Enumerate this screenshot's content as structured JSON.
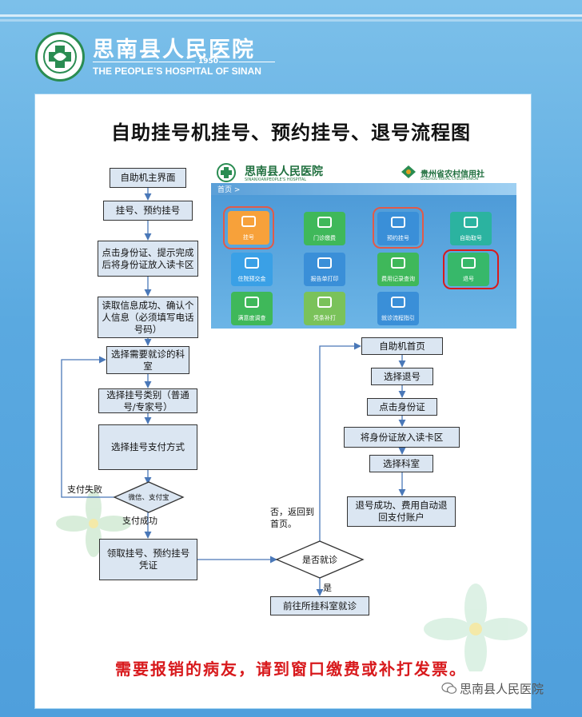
{
  "header": {
    "hospital_name": "思南县人民医院",
    "year": "1950",
    "hospital_name_en": "THE PEOPLE’S HOSPITAL OF SINAN"
  },
  "title": "自助挂号机挂号、预约挂号、退号流程图",
  "flow_left": {
    "step1": "自助机主界面",
    "step2": "挂号、预约挂号",
    "step3": "点击身份证、提示完成后将身份证放入读卡区",
    "step4": "读取信息成功、确认个人信息（必须填写电话号码）",
    "step5": "选择需要就诊的科室",
    "step6": "选择挂号类别（普通号/专家号）",
    "step7": "选择挂号支付方式",
    "decision": "微信、支付宝",
    "fail_label": "支付失败",
    "success_label": "支付成功",
    "step8": "领取挂号、预约挂号凭证"
  },
  "flow_right": {
    "step1": "自助机首页",
    "step2": "选择退号",
    "step3": "点击身份证",
    "step4": "将身份证放入读卡区",
    "step5": "选择科室",
    "step6": "退号成功、费用自动退回支付账户"
  },
  "flow_bottom": {
    "decision": "是否就诊",
    "no_label": "否，返回到首页。",
    "yes_label": "是",
    "final": "前往所挂科室就诊"
  },
  "kiosk": {
    "brand_left": "思南县人民医院",
    "brand_left_en": "SINANXIANPEOPLE'S HOSPITAL",
    "brand_right": "贵州省农村信用社",
    "brand_right_en": "GUIZHOU RURAL CREDIT UNION",
    "breadcrumb": "首页 >",
    "tiles": [
      {
        "label": "挂号",
        "color": "#f7a13a"
      },
      {
        "label": "门诊缴费",
        "color": "#3fb85a"
      },
      {
        "label": "预约挂号",
        "color": "#3a8fd8"
      },
      {
        "label": "自助取号",
        "color": "#2bb3a0"
      },
      {
        "label": "住院预交金",
        "color": "#3aa0e6"
      },
      {
        "label": "报告单打印",
        "color": "#3a8fd8"
      },
      {
        "label": "费用记录查询",
        "color": "#3fb85a"
      },
      {
        "label": "退号",
        "color": "#37b86a"
      },
      {
        "label": "满意度调查",
        "color": "#3fb85a"
      },
      {
        "label": "凭条补打",
        "color": "#7ac25a"
      },
      {
        "label": "就诊流程指引",
        "color": "#3a8fd8"
      }
    ]
  },
  "footer_note": "需要报销的病友，请到窗口缴费或补打发票。",
  "watermark": "思南县人民医院",
  "colors": {
    "accent_red": "#d8191c",
    "box_fill": "#dbe6f2",
    "line_blue": "#4a78b8",
    "highlight": "#e05a4a"
  }
}
